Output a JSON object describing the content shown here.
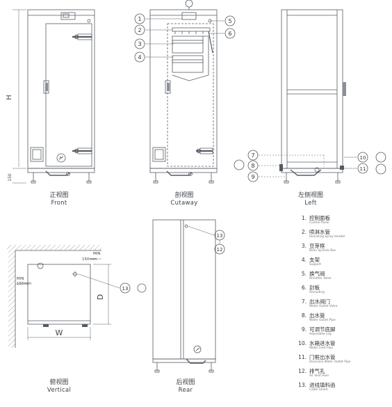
{
  "views": {
    "front": {
      "zh": "正视图",
      "en": "Front"
    },
    "cutaway": {
      "zh": "剖视图",
      "en": "Cutaway"
    },
    "left": {
      "zh": "左侧视图",
      "en": "Left"
    },
    "vertical": {
      "zh": "俯视图",
      "en": "Vertical"
    },
    "rear": {
      "zh": "后视图",
      "en": "Rear"
    }
  },
  "dimensions": {
    "height": "H",
    "leg": "150",
    "width": "W",
    "depth": "D",
    "min_label": "MIN",
    "min_value": "150mm"
  },
  "callouts": [
    "1",
    "2",
    "3",
    "4",
    "5",
    "6",
    "7",
    "8",
    "9",
    "10",
    "11",
    "12",
    "13"
  ],
  "legend": [
    {
      "num": "1.",
      "zh": "控制面板",
      "en": "Control Panel"
    },
    {
      "num": "2.",
      "zh": "喷淋水管",
      "en": "Descaling Spray Header"
    },
    {
      "num": "3.",
      "zh": "豆芽框",
      "en": "Bean Sprouts Box"
    },
    {
      "num": "4.",
      "zh": "支架",
      "en": "Support"
    },
    {
      "num": "5.",
      "zh": "换气阀",
      "en": "Breather Valve"
    },
    {
      "num": "6.",
      "zh": "封板",
      "en": "Shrouding"
    },
    {
      "num": "7.",
      "zh": "出水阀门",
      "en": "Water Outlet Valve"
    },
    {
      "num": "8.",
      "zh": "出水管",
      "en": "Water Outlet Pipe"
    },
    {
      "num": "9.",
      "zh": "可调节底脚",
      "en": "Adjustable Leg"
    },
    {
      "num": "10.",
      "zh": "水箱进水管",
      "en": "Water Inlet Pipe"
    },
    {
      "num": "11.",
      "zh": "门框出水管",
      "en": "Doorcase Water Outlet Pipe"
    },
    {
      "num": "12.",
      "zh": "排气孔",
      "en": "Air Vent Hole"
    },
    {
      "num": "13.",
      "zh": "进线填料函",
      "en": "Cable Gland"
    }
  ]
}
